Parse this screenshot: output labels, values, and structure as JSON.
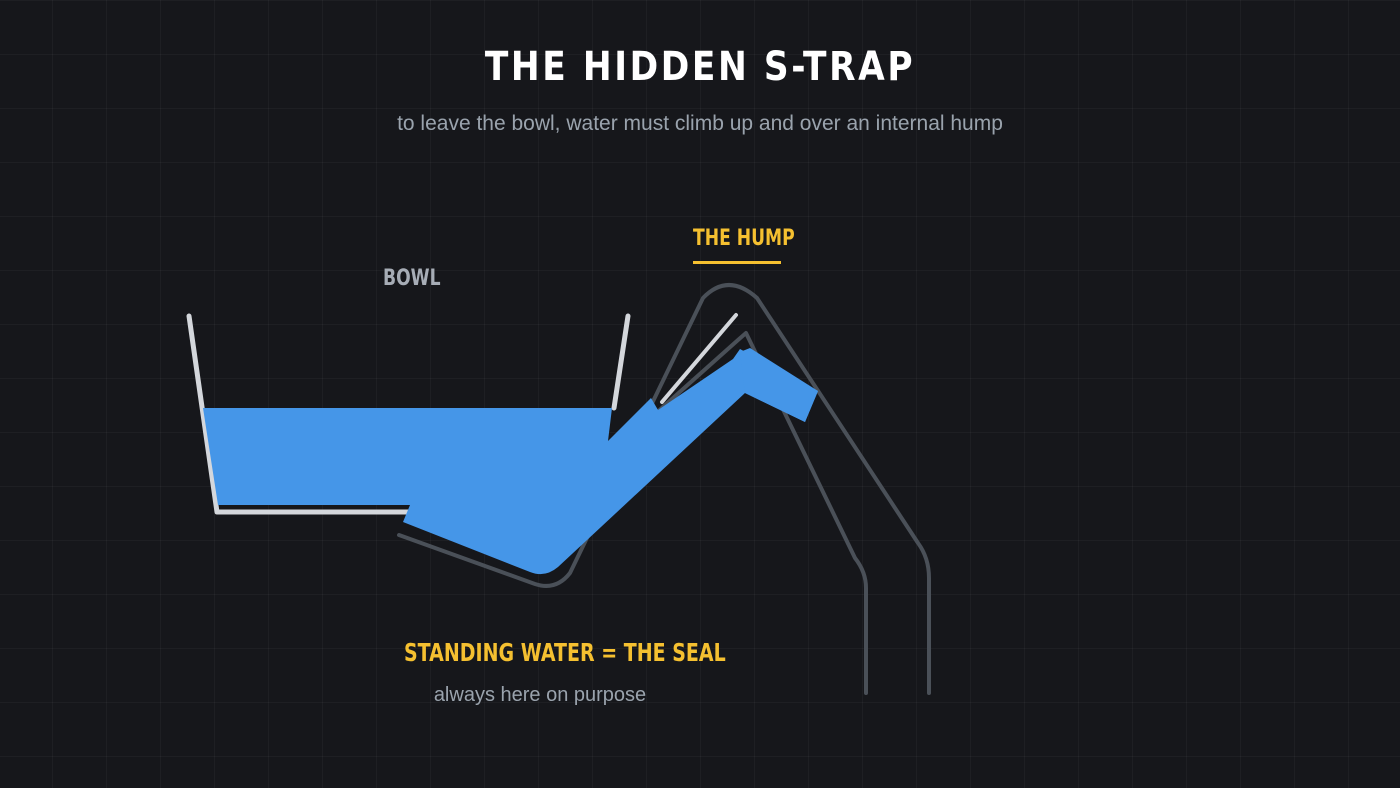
{
  "title": "THE HIDDEN S-TRAP",
  "subtitle": "to leave the bowl, water must climb up and over an internal hump",
  "labels": {
    "bowl": "BOWL",
    "hump": "THE HUMP",
    "seal": "STANDING WATER = THE SEAL",
    "seal_note": "always here on purpose"
  },
  "colors": {
    "background": "#16171b",
    "water": "#4596e8",
    "highlight": "#f5c030",
    "pipe_outline": "#4a5058",
    "bowl_wall": "#d4d7dc"
  }
}
